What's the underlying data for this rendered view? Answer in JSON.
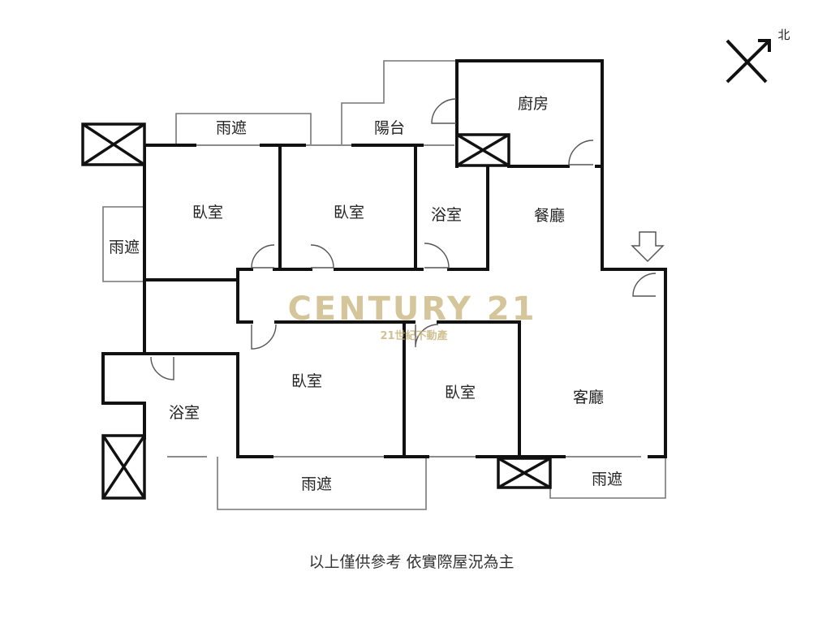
{
  "rooms": {
    "awning_top": "雨遮",
    "balcony": "陽台",
    "kitchen": "廚房",
    "bedroom_a": "臥室",
    "bedroom_b": "臥室",
    "bath_a": "浴室",
    "dining": "餐廳",
    "awning_left": "雨遮",
    "bath_b": "浴室",
    "bedroom_c": "臥室",
    "bedroom_d": "臥室",
    "living": "客廳",
    "awning_bottom": "雨遮",
    "awning_right": "雨遮"
  },
  "compass": {
    "north": "北"
  },
  "watermark": {
    "brand": "CENTURY 21",
    "sub": "21世紀不動產"
  },
  "disclaimer": "以上僅供參考 依實際屋況為主"
}
